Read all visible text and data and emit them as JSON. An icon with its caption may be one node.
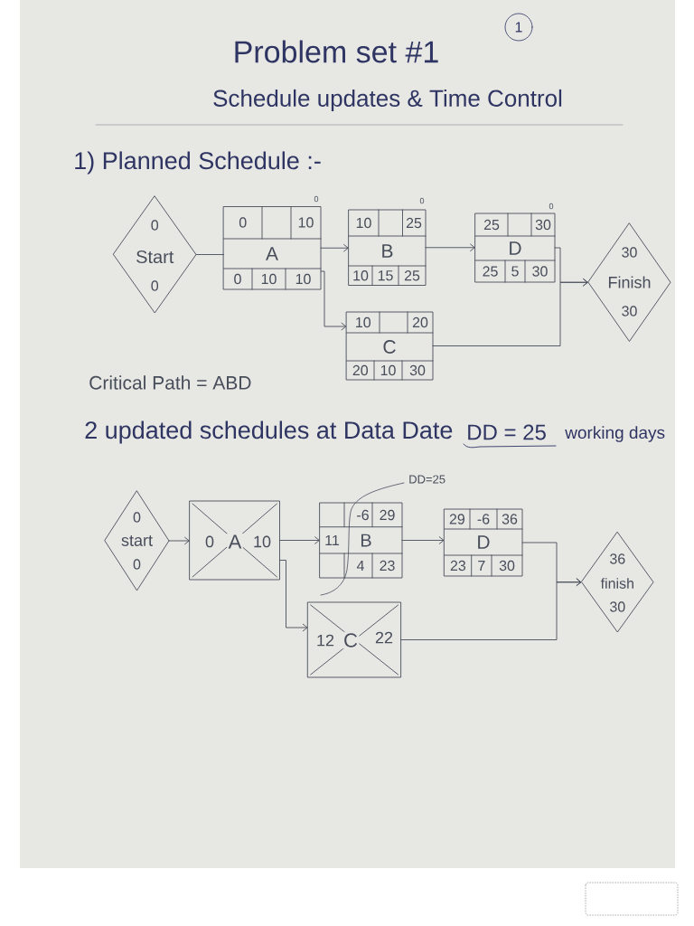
{
  "diagram": {
    "title": "Problem set #1",
    "nodes": [
      {
        "text": [
          "0",
          "Start",
          "0"
        ]
      },
      {
        "text": [
          "0",
          "10",
          "A",
          "0",
          "10",
          "10"
        ],
        "beside": [
          "0"
        ]
      },
      {
        "text": [
          "10",
          "25",
          "B",
          "10",
          "15",
          "25"
        ],
        "beside": [
          "0"
        ]
      },
      {
        "text": [
          "10",
          "20",
          "C",
          "20",
          "10",
          "30"
        ]
      },
      {
        "text": [
          "25",
          "30",
          "D",
          "25",
          "5",
          "30"
        ],
        "beside": [
          "0"
        ]
      },
      {
        "text": [
          "30",
          "Finish",
          "30"
        ]
      },
      {
        "text": [
          "0",
          "start",
          "0"
        ]
      },
      {
        "text": [
          "0",
          "A",
          "10"
        ]
      },
      {
        "text": [
          "-6",
          "29",
          "11",
          "B",
          "4",
          "23"
        ]
      },
      {
        "text": [
          "12",
          "C",
          "22"
        ]
      },
      {
        "text": [
          "29",
          "-6",
          "36",
          "D",
          "23",
          "7",
          "30"
        ]
      },
      {
        "text": [
          "36",
          "finish",
          "30"
        ]
      }
    ],
    "edges": [
      {
        "from": 0,
        "to": 1,
        "arrow": "none"
      },
      {
        "from": 1,
        "to": 2,
        "arrow": "to"
      },
      {
        "from": 1,
        "to": 3,
        "arrow": "to"
      },
      {
        "from": 2,
        "to": 4,
        "arrow": "to"
      },
      {
        "from": 4,
        "to": 5,
        "arrow": "to"
      },
      {
        "from": 3,
        "to": 5,
        "arrow": "to"
      },
      {
        "from": 6,
        "to": 7,
        "arrow": "to"
      },
      {
        "from": 7,
        "to": 8,
        "arrow": "to"
      },
      {
        "from": 7,
        "to": 9,
        "arrow": "to"
      },
      {
        "from": 8,
        "to": 10,
        "arrow": "to"
      },
      {
        "from": 10,
        "to": 11,
        "arrow": "to"
      },
      {
        "from": 9,
        "to": 11,
        "arrow": "to"
      }
    ],
    "labels": [
      "1",
      "Schedule updates & Time Control",
      "1) Planned Schedule :-",
      "Critical Path = ABD",
      "2 updated schedules at Data Date",
      "DD = 25",
      "working days",
      "DD=25"
    ]
  }
}
